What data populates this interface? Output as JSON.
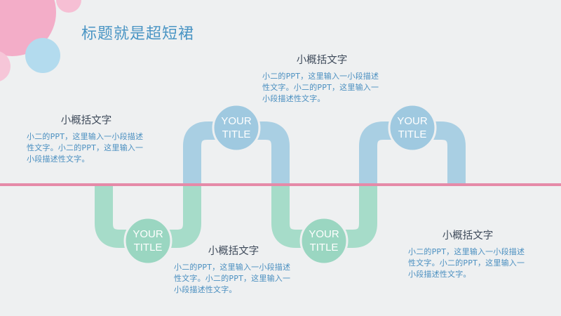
{
  "title": "标题就是超短裙",
  "nodes": [
    {
      "line1": "YOUR",
      "line2": "TITLE"
    },
    {
      "line1": "YOUR",
      "line2": "TITLE"
    },
    {
      "line1": "YOUR",
      "line2": "TITLE"
    },
    {
      "line1": "YOUR",
      "line2": "TITLE"
    }
  ],
  "blocks": [
    {
      "heading": "小概括文字",
      "body": "小二的PPT，这里输入一小段描述性文字。小二的PPT，这里输入一小段描述性文字。"
    },
    {
      "heading": "小概括文字",
      "body": "小二的PPT，这里输入一小段描述性文字。小二的PPT，这里输入一小段描述性文字。"
    },
    {
      "heading": "小概括文字",
      "body": "小二的PPT，这里输入一小段描述性文字。小二的PPT，这里输入一小段描述性文字。"
    },
    {
      "heading": "小概括文字",
      "body": "小二的PPT，这里输入一小段描述性文字。小二的PPT，这里输入一小段描述性文字。"
    }
  ],
  "colors": {
    "title": "#4a95c4",
    "blue_track": "#a9cfe3",
    "blue_node": "#9fc9e0",
    "green_track": "#a6dcc9",
    "green_node": "#9ad6c1",
    "pink_line": "#e58aa8",
    "pink_bubble": "#f2a9c6",
    "blue_bubble": "#aed7ec"
  }
}
